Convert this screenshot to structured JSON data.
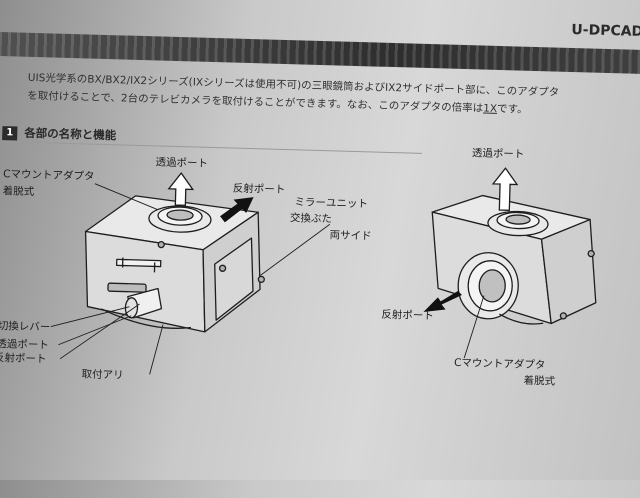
{
  "header": {
    "doc_code": "U-DPCAD"
  },
  "intro": {
    "line1": "UIS光学系のBX/BX2/IX2シリーズ(IXシリーズは使用不可)の三眼鏡筒およびIX2サイドポート部に、このアダプタ",
    "line2_pre": "を取付けることで、2台のテレビカメラを取付けることができます。なお、このアダプタの倍率は",
    "line2_mag": "1X",
    "line2_post": "です。"
  },
  "section": {
    "number": "1",
    "title": "各部の名称と機能"
  },
  "diagram_left": {
    "transmit_port": "透過ポート",
    "reflect_port": "反射ポート",
    "c_mount_adapter": "Cマウントアダプタ",
    "c_mount_detach": "着脱式",
    "mirror_unit": "ミラーユニット",
    "exchange_cover": "交換ぶた",
    "both_sides": "両サイド",
    "switch_lever": "光路切換レバー",
    "lever_transmit": "透過ポート",
    "lever_reflect": "反射ポート",
    "mount_dovetail": "取付アリ"
  },
  "diagram_right": {
    "transmit_port": "透過ポート",
    "reflect_port": "反射ポート",
    "c_mount_adapter": "Cマウントアダプタ",
    "c_mount_detach": "着脱式"
  },
  "colors": {
    "paper": "#d4d4d4",
    "band": "#3a3a3a",
    "ink": "#1e1e1e"
  }
}
